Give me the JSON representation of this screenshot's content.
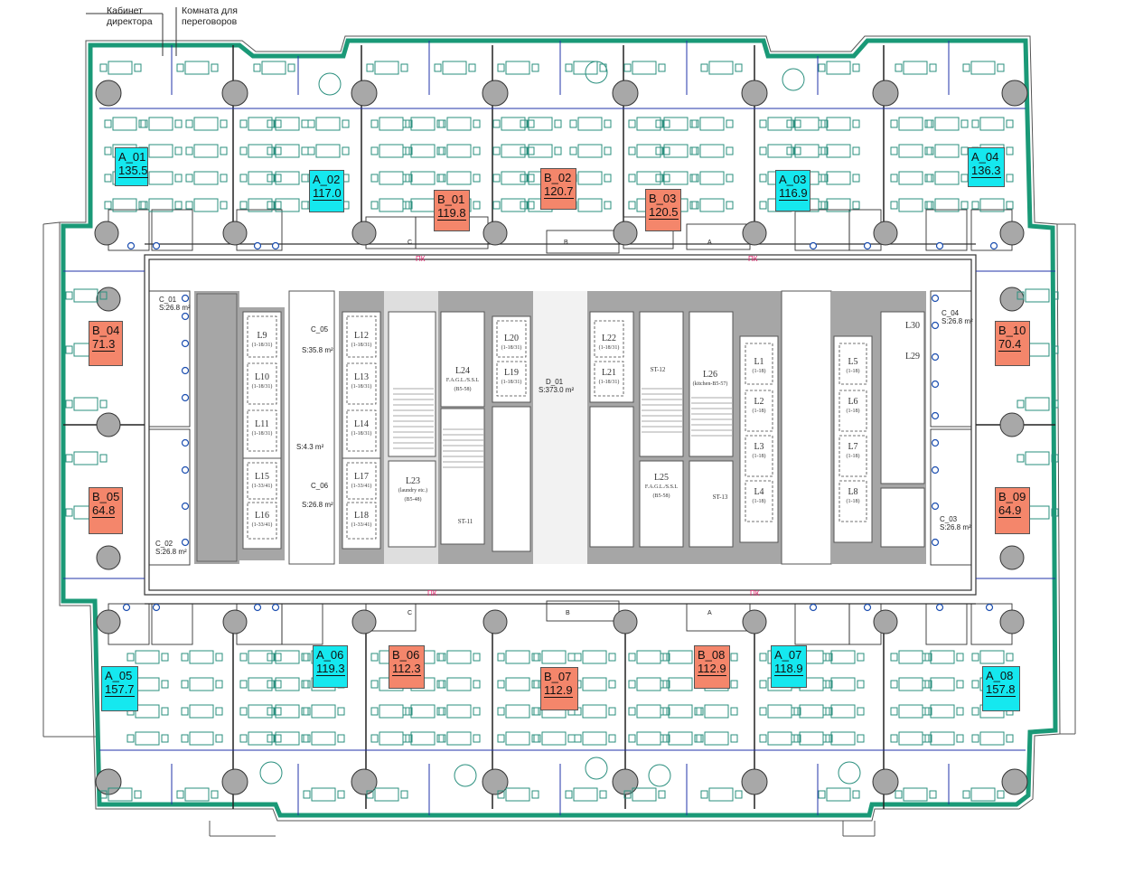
{
  "callouts": {
    "director_office": [
      "Кабинет",
      "директора"
    ],
    "meeting_room": [
      "Комната для",
      "переговоров"
    ]
  },
  "units_a": [
    {
      "id": "A_01",
      "area": "135.5"
    },
    {
      "id": "A_02",
      "area": "117.0"
    },
    {
      "id": "A_03",
      "area": "116.9"
    },
    {
      "id": "A_04",
      "area": "136.3"
    },
    {
      "id": "A_05",
      "area": "157.7"
    },
    {
      "id": "A_06",
      "area": "119.3"
    },
    {
      "id": "A_07",
      "area": "118.9"
    },
    {
      "id": "A_08",
      "area": "157.8"
    }
  ],
  "units_b": [
    {
      "id": "B_01",
      "area": "119.8"
    },
    {
      "id": "B_02",
      "area": "120.7"
    },
    {
      "id": "B_03",
      "area": "120.5"
    },
    {
      "id": "B_04",
      "area": "71.3"
    },
    {
      "id": "B_05",
      "area": "64.8"
    },
    {
      "id": "B_06",
      "area": "112.3"
    },
    {
      "id": "B_07",
      "area": "112.9"
    },
    {
      "id": "B_08",
      "area": "112.9"
    },
    {
      "id": "B_09",
      "area": "64.9"
    },
    {
      "id": "B_10",
      "area": "70.4"
    }
  ],
  "corridors": [
    {
      "id": "C_01",
      "area": "S:26.8 m²"
    },
    {
      "id": "C_02",
      "area": "S:26.8 m²"
    },
    {
      "id": "C_03",
      "area": "S:26.8 m²"
    },
    {
      "id": "C_04",
      "area": "S:26.8 m²"
    },
    {
      "id": "C_05",
      "area": "S:35.8 m²"
    },
    {
      "id": "C_06",
      "area": "S:26.8 m²"
    }
  ],
  "core": {
    "d01": {
      "id": "D_01",
      "area": "S:373.0 m²"
    },
    "small_area": "S:4.3 m²",
    "lifts_left": [
      {
        "id": "L9",
        "sub": "(1-18/31)"
      },
      {
        "id": "L10",
        "sub": "(1-18/31)"
      },
      {
        "id": "L11",
        "sub": "(1-18/31)"
      },
      {
        "id": "L12",
        "sub": "(1-18/31)"
      },
      {
        "id": "L13",
        "sub": "(1-18/31)"
      },
      {
        "id": "L14",
        "sub": "(1-18/31)"
      },
      {
        "id": "L15",
        "sub": "(1-33/41)"
      },
      {
        "id": "L16",
        "sub": "(1-33/41)"
      },
      {
        "id": "L17",
        "sub": "(1-33/41)"
      },
      {
        "id": "L18",
        "sub": "(1-33/41)"
      }
    ],
    "lifts_mid": [
      {
        "id": "L20",
        "sub": "(1-18/31)"
      },
      {
        "id": "L19",
        "sub": "(1-18/31)"
      },
      {
        "id": "L22",
        "sub": "(1-18/31)"
      },
      {
        "id": "L21",
        "sub": "(1-18/31)"
      }
    ],
    "lifts_right": [
      {
        "id": "L1",
        "sub": "(1-18)"
      },
      {
        "id": "L2",
        "sub": "(1-18)"
      },
      {
        "id": "L3",
        "sub": "(1-18)"
      },
      {
        "id": "L4",
        "sub": "(1-18)"
      },
      {
        "id": "L5",
        "sub": "(1-18)"
      },
      {
        "id": "L6",
        "sub": "(1-18)"
      },
      {
        "id": "L7",
        "sub": "(1-18)"
      },
      {
        "id": "L8",
        "sub": "(1-18)"
      }
    ],
    "l23": {
      "id": "L23",
      "sub": "(laundry etc.)",
      "sub2": "(B5-48)"
    },
    "l24": {
      "id": "L24",
      "sub": "F.A.G.L./S.S.L",
      "sub2": "(B5-58)"
    },
    "l25": {
      "id": "L25",
      "sub": "F.A.G.L./S.S.L",
      "sub2": "(B5-58)"
    },
    "l26": {
      "id": "L26",
      "sub": "(kitchen-B5-57)"
    },
    "l29": "L29",
    "l30": "L30",
    "stairs": [
      "ST-11",
      "ST-12",
      "ST-13"
    ]
  },
  "markers": {
    "pk": "ПК",
    "a": "A",
    "b": "B",
    "c": "C"
  },
  "colors": {
    "facade": "#1a9977",
    "unit_a": "#15e8ef",
    "unit_b": "#f4866b",
    "core": "#a6a6a6",
    "furniture": "#2a8f7e"
  }
}
